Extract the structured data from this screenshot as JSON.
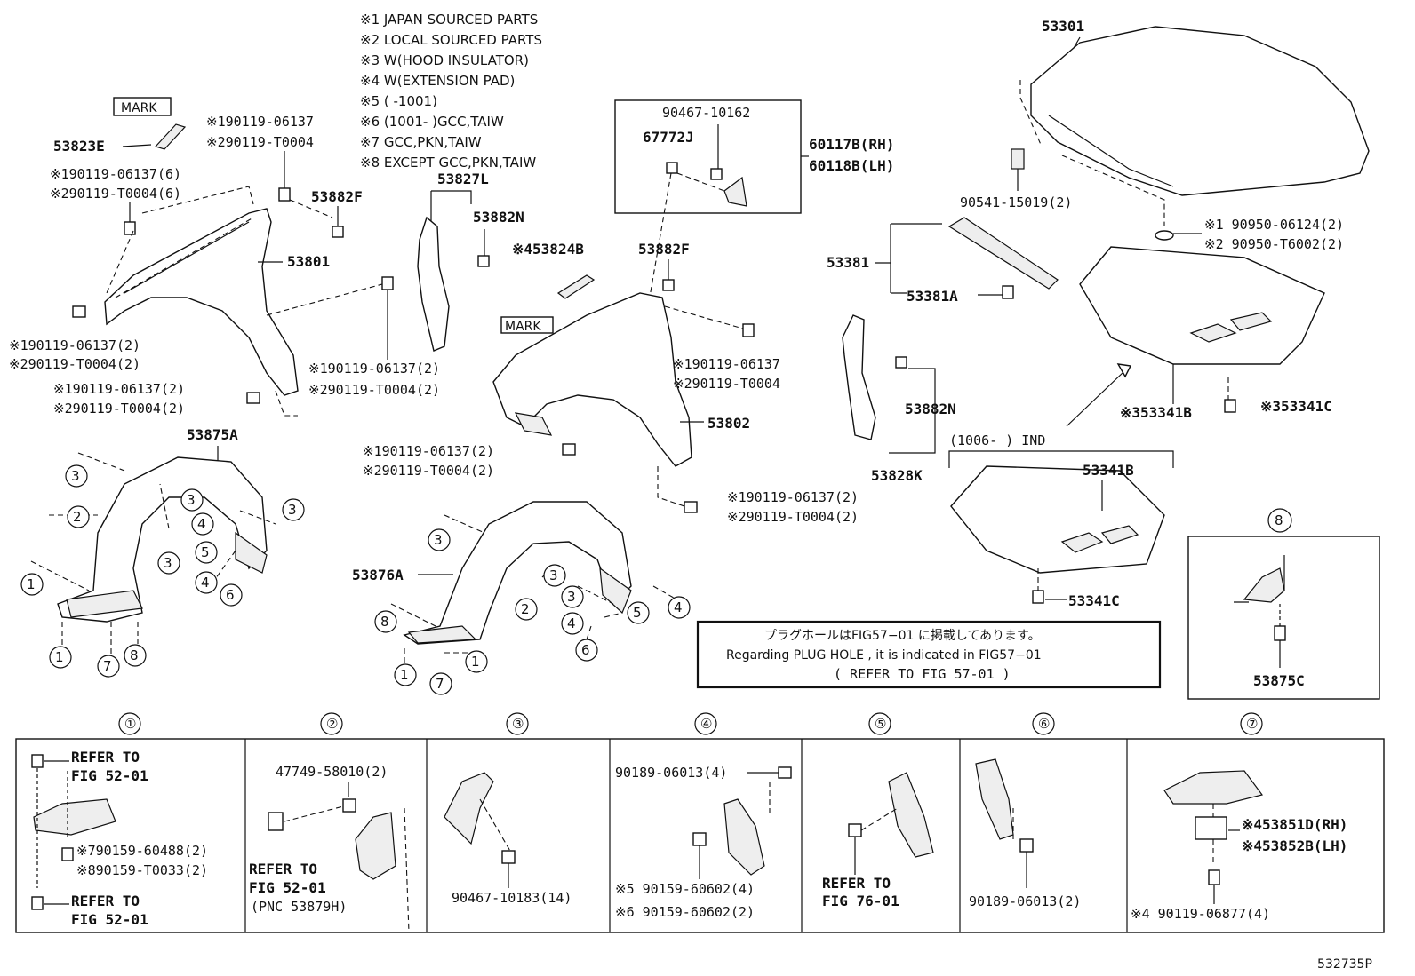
{
  "legend": [
    "※1 JAPAN SOURCED PARTS",
    "※2 LOCAL SOURCED PARTS",
    "※3 W(HOOD INSULATOR)",
    "※4 W(EXTENSION PAD)",
    "※5 (      -1001)",
    "※6 (1001-      )GCC,TAIW",
    "※7 GCC,PKN,TAIW",
    "※8 EXCEPT GCC,PKN,TAIW"
  ],
  "labels": {
    "hood": "53301",
    "mark1": "MARK",
    "mark2": "MARK",
    "p53823E": "53823E",
    "bolt1a": "※190119-06137",
    "bolt1b": "※290119-T0004",
    "bolt6a": "※190119-06137(6)",
    "bolt6b": "※290119-T0004(6)",
    "p53882F_1": "53882F",
    "p53801": "53801",
    "bolt2a_left": "※190119-06137(2)",
    "bolt2b_left": "※290119-T0004(2)",
    "bolt2a_mid": "※190119-06137(2)",
    "bolt2b_mid": "※290119-T0004(2)",
    "bolt2a_low": "※190119-06137(2)",
    "bolt2b_low": "※290119-T0004(2)",
    "p53827L": "53827L",
    "p53882N_1": "53882N",
    "p53824B": "※453824B",
    "box_top": "90467-10162",
    "p67772J": "67772J",
    "p60117B": "60117B(RH)",
    "p60118B": "60118B(LH)",
    "p53882F_2": "53882F",
    "r_bolt_a": "※190119-06137",
    "r_bolt_b": "※290119-T0004",
    "p53802": "53802",
    "r_bolt2a": "※190119-06137(2)",
    "r_bolt2b": "※290119-T0004(2)",
    "r_bolt3a": "※190119-06137(2)",
    "r_bolt3b": "※290119-T0004(2)",
    "p90541": "90541-15019(2)",
    "p90950a": "※1 90950-06124(2)",
    "p90950b": "※2 90950-T6002(2)",
    "p53381": "53381",
    "p53381A": "53381A",
    "p53882N_2": "53882N",
    "p53828K": "53828K",
    "p53341B_1": "※353341B",
    "p53341C_1": "※353341C",
    "ind": "(1006-      ) IND",
    "p53341B_2": "53341B",
    "p53341C_2": "53341C",
    "p53875A": "53875A",
    "p53876A": "53876A",
    "p53875C": "53875C",
    "note_jp": "プラグホールはFIG57−01 に掲載してあります。",
    "note_en": "Regarding  PLUG HOLE  , it is  indicated  in  FIG57−01",
    "note_ref": "(   REFER TO FIG 57-01 )",
    "code": "532735P"
  },
  "circles": [
    "①",
    "②",
    "③",
    "④",
    "⑤",
    "⑥",
    "⑦",
    "⑧"
  ],
  "detail_boxes": [
    {
      "num": "①",
      "lines": [
        "REFER TO",
        "FIG 52-01",
        "※790159-60488(2)",
        "※890159-T0033(2)",
        "REFER TO",
        "FIG 52-01"
      ]
    },
    {
      "num": "②",
      "lines": [
        "47749-58010(2)",
        "REFER TO",
        "FIG 52-01",
        "(PNC 53879H)"
      ]
    },
    {
      "num": "③",
      "lines": [
        "90467-10183(14)"
      ]
    },
    {
      "num": "④",
      "lines": [
        "90189-06013(4)",
        "※5 90159-60602(4)",
        "※6 90159-60602(2)"
      ]
    },
    {
      "num": "⑤",
      "lines": [
        "REFER TO",
        "FIG 76-01"
      ]
    },
    {
      "num": "⑥",
      "lines": [
        "90189-06013(2)"
      ]
    },
    {
      "num": "⑦",
      "lines": [
        "※453851D(RH)",
        "※453852B(LH)",
        "※4 90119-06877(4)"
      ]
    }
  ]
}
